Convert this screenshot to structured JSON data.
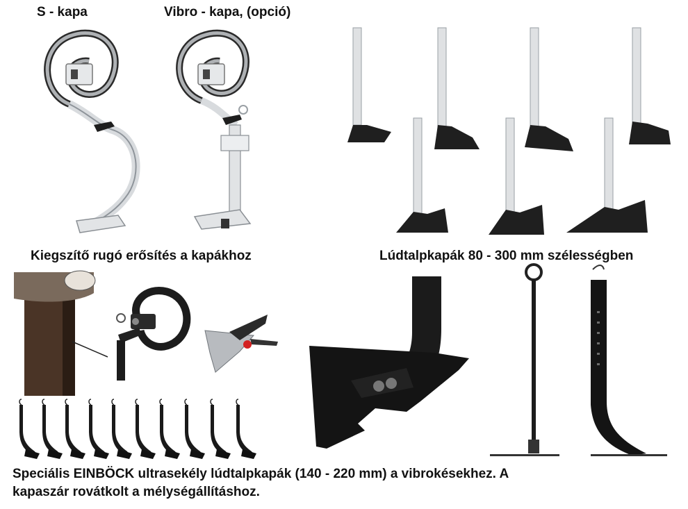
{
  "captions": {
    "s_kapa": "S - kapa",
    "vibro_kapa": "Vibro - kapa, (opció)",
    "spring_reinforcement": "Kiegszítő rugó erősítés a kapákhoz",
    "goose_foot_range": "Lúdtalpkapák 80 - 300 mm szélességben",
    "einbock_line1": "Speciális EINBÖCK ultrasekély lúdtalpkapák (140 - 220 mm) a vibrokésekhez. A",
    "einbock_line2": "kapaszár rovátkolt a mélységállításhoz."
  },
  "colors": {
    "steel_dark": "#1c1c1c",
    "steel_light": "#d9dadc",
    "spring_clear": "#c9ccd0",
    "wood": "#4a3426",
    "accent_red": "#d32020"
  },
  "illustrations": [
    "s-tine-icon",
    "vibro-tine-icon",
    "goose-foot-shares-icon",
    "spring-reinforcement-photo",
    "coil-spring-clamp-icon",
    "share-bracket-icon",
    "shank-share-closeup-icon",
    "ring-rod-icon",
    "notched-shank-icon",
    "einbock-tines-row-icon"
  ]
}
